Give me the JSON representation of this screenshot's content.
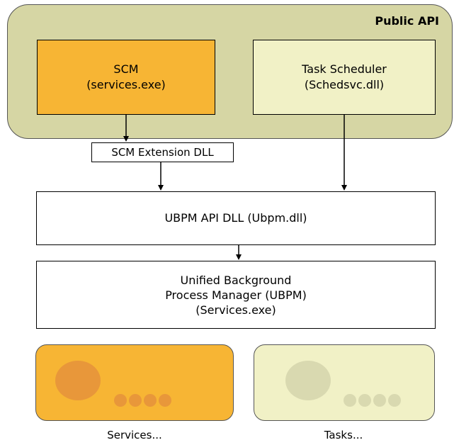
{
  "public_api": {
    "label": "Public API",
    "fill": "#d6d6a4"
  },
  "scm": {
    "line1": "SCM",
    "line2": "(services.exe)",
    "fill": "#f7b534"
  },
  "task_scheduler": {
    "line1": "Task Scheduler",
    "line2": "(Schedsvc.dll)",
    "fill": "#f1f1c6"
  },
  "scm_extension": {
    "label": "SCM Extension DLL"
  },
  "ubpm_api": {
    "label": "UBPM API DLL (Ubpm.dll)"
  },
  "ubpm": {
    "line1": "Unified Background",
    "line2": "Process Manager (UBPM)",
    "line3": "(Services.exe)"
  },
  "legend": {
    "services_label": "Services...",
    "tasks_label": "Tasks...",
    "services_dot_color": "#e8973a",
    "tasks_dot_color": "#d9d9b0"
  }
}
